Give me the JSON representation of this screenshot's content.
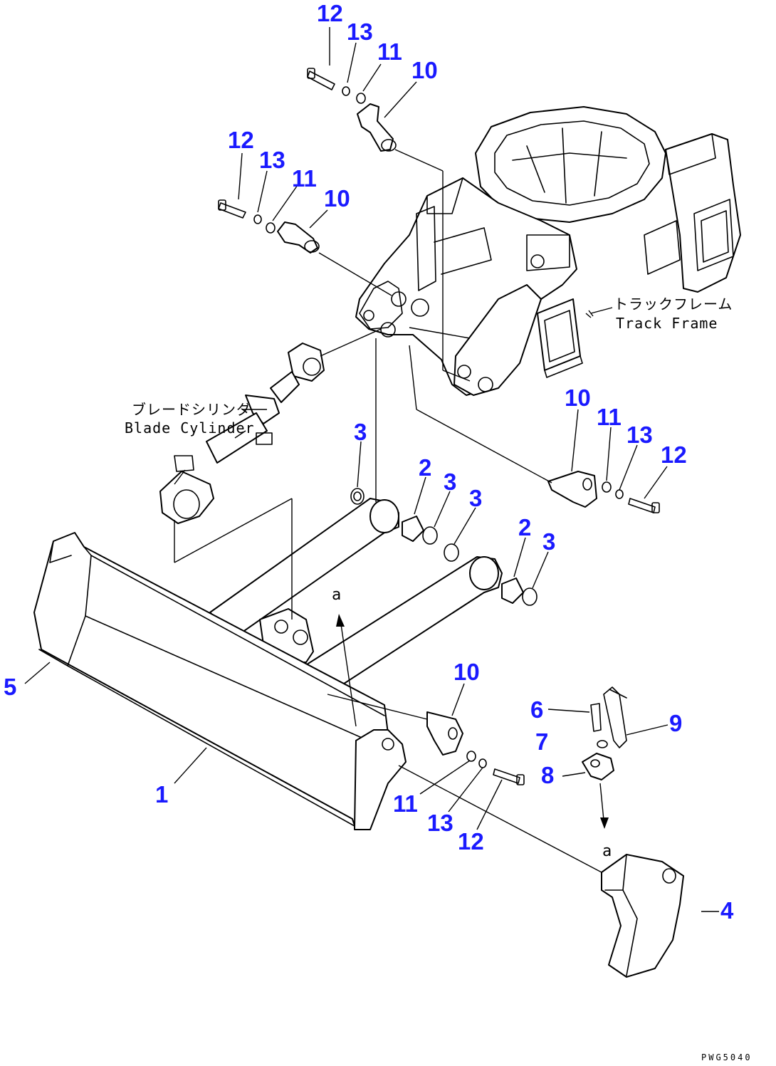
{
  "callouts": {
    "c12a": "12",
    "c13a": "13",
    "c11a": "11",
    "c10a": "10",
    "c12b": "12",
    "c13b": "13",
    "c11b": "11",
    "c10b": "10",
    "c10c": "10",
    "c11c": "11",
    "c13c": "13",
    "c12c": "12",
    "c3a": "3",
    "c2a": "2",
    "c3b": "3",
    "c3c": "3",
    "c2b": "2",
    "c3d": "3",
    "c5": "5",
    "c1": "1",
    "c10d": "10",
    "c11d": "11",
    "c13d": "13",
    "c12d": "12",
    "c6": "6",
    "c7": "7",
    "c8": "8",
    "c9": "9",
    "c4": "4"
  },
  "labels": {
    "track_frame_jp": "トラックフレーム",
    "track_frame_en": "Track Frame",
    "blade_cylinder_jp": "ブレードシリンダ",
    "blade_cylinder_en": "Blade Cylinder",
    "mark_a_upper": "a",
    "mark_a_lower": "a",
    "figure_code": "PWG5040"
  }
}
